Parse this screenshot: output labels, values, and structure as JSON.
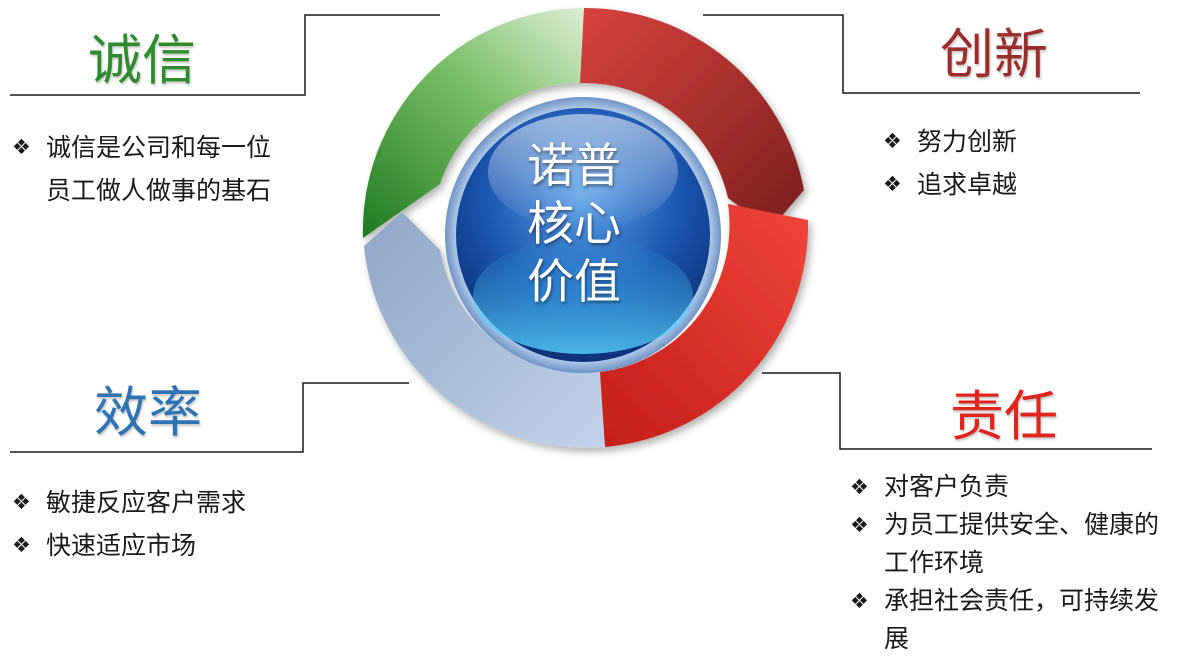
{
  "center": {
    "lines": [
      "诺普",
      "核心",
      "价值"
    ]
  },
  "values": {
    "integrity": {
      "title": "诚信",
      "color": "#2e8b2e",
      "bullets": [
        "诚信是公司和每一位员工做人做事的基石"
      ]
    },
    "innovation": {
      "title": "创新",
      "color": "#9b2d2d",
      "bullets": [
        "努力创新",
        "追求卓越"
      ]
    },
    "efficiency": {
      "title": "效率",
      "color": "#2e74b5",
      "bullets": [
        "敏捷反应客户需求",
        "快速适应市场"
      ]
    },
    "responsibility": {
      "title": "责任",
      "color": "#e0251e",
      "bullets": [
        "对客户负责",
        "为员工提供安全、健康的工作环境",
        "承担社会责任，可持续发展"
      ]
    }
  },
  "bullet_icon": "diamond-bullet-icon"
}
